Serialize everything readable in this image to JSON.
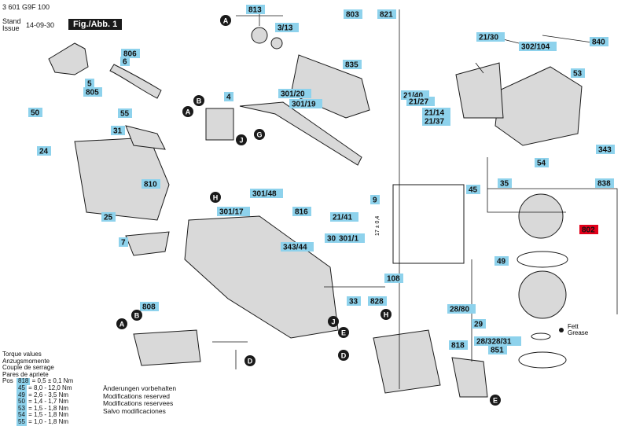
{
  "header": {
    "doc_number": "3 601 G9F 100",
    "stand_label": "Stand",
    "issue_label": "Issue",
    "date": "14-09-30",
    "figure_label": "Fig./Abb. 1"
  },
  "part_labels": [
    "813",
    "803",
    "821",
    "3/13",
    "835",
    "806",
    "6",
    "5",
    "805",
    "21/30",
    "302/104",
    "840",
    "53",
    "21/40",
    "21/27",
    "21/14",
    "21/37",
    "4",
    "301/20",
    "301/19",
    "50",
    "55",
    "31",
    "24",
    "25",
    "7",
    "810",
    "301/48",
    "301/17",
    "816",
    "21/41",
    "9",
    "301/18",
    "301/1",
    "343/44",
    "54",
    "343",
    "838",
    "45",
    "35",
    "802",
    "108",
    "33",
    "828",
    "49",
    "28/80",
    "29",
    "28/328/31",
    "818",
    "851",
    "808"
  ],
  "circle_labels": [
    "A",
    "B",
    "J",
    "G",
    "H",
    "D",
    "E"
  ],
  "fett_grease": [
    "Fett",
    "Grease"
  ],
  "dimension_label": "17 ± 0,4",
  "torque_legend": {
    "title_lines": [
      "Torque values",
      "Anzugsmomente",
      "Couple de serrage",
      "Pares de apriete"
    ],
    "pos_label": "Pos",
    "rows": [
      {
        "pos": "818",
        "value": "0,5 ± 0,1 Nm"
      },
      {
        "pos": "45",
        "value": "8,0 - 12,0 Nm"
      },
      {
        "pos": "49",
        "value": "2,6 - 3,5 Nm"
      },
      {
        "pos": "50",
        "value": "1,4 - 1,7 Nm"
      },
      {
        "pos": "53",
        "value": "1,5 - 1,8 Nm"
      },
      {
        "pos": "54",
        "value": "1,5 - 1,8 Nm"
      },
      {
        "pos": "55",
        "value": "1,0 - 1,8 Nm"
      }
    ]
  },
  "notes": [
    "Änderungen vorbehalten",
    "Modifications reserved",
    "Modifications reservees",
    "Salvo modificaciones"
  ],
  "colors": {
    "label_bg": "#8ed2ec",
    "highlight_bg": "#e2001a",
    "line": "#1a1a1a",
    "part_fill": "#d9d9d9",
    "part_dark": "#5a5a5a"
  }
}
